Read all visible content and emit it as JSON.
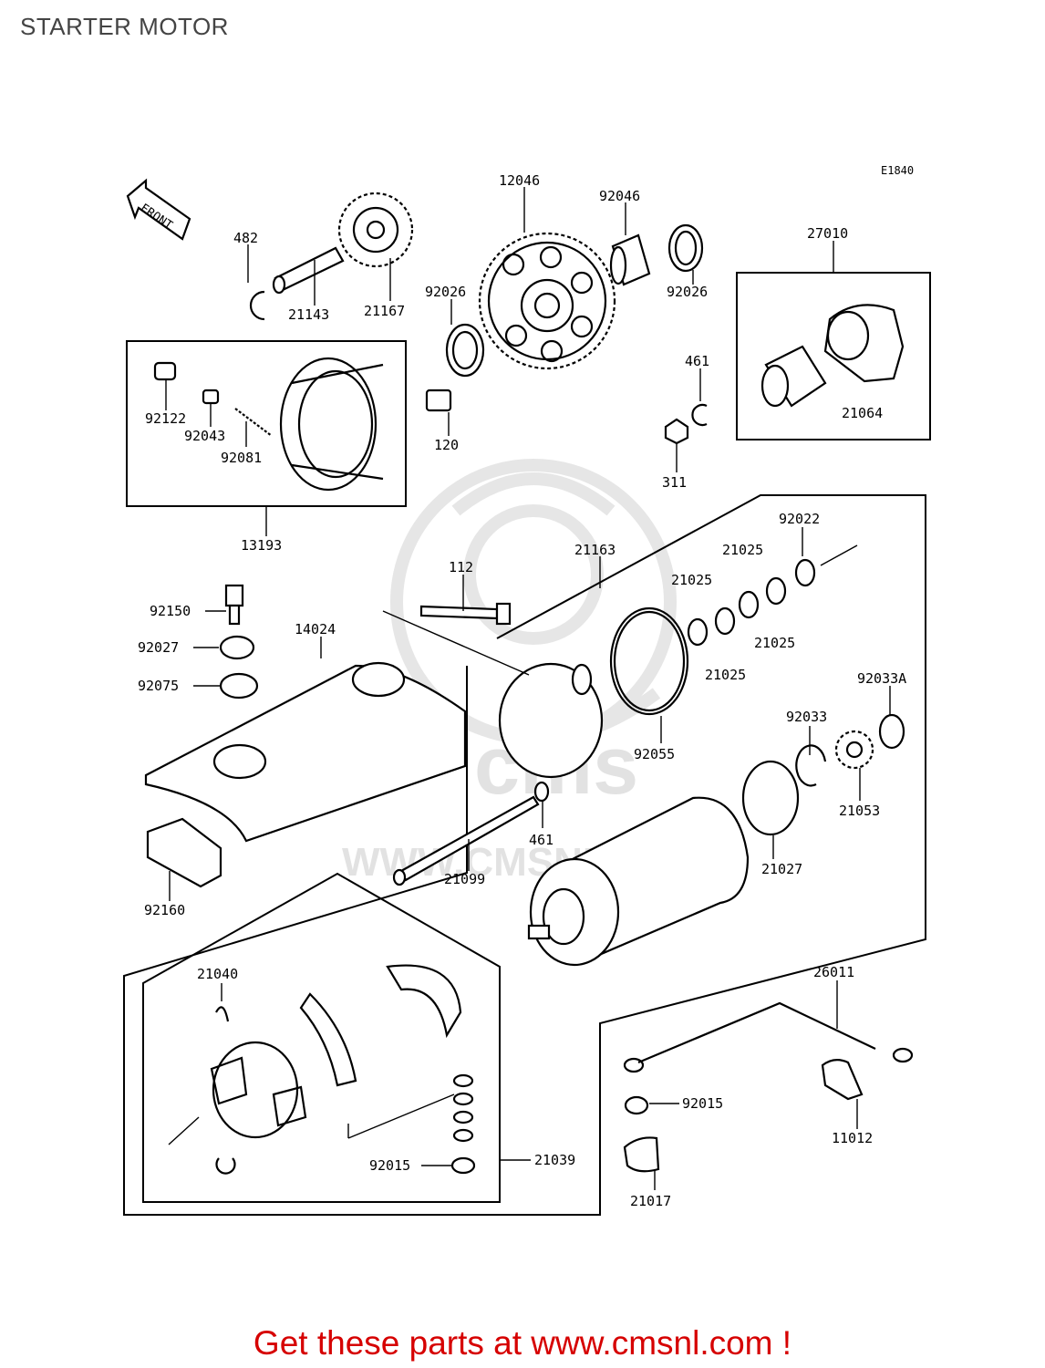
{
  "header": {
    "title": "STARTER MOTOR"
  },
  "diagram": {
    "code": "E1840",
    "front_label": "FRONT",
    "watermark": "WWW.CMSNL.COM",
    "parts": {
      "p482": "482",
      "p21143": "21143",
      "p21167": "21167",
      "p12046": "12046",
      "p92046": "92046",
      "p92026a": "92026",
      "p92026b": "92026",
      "p27010": "27010",
      "p461a": "461",
      "p21064": "21064",
      "p311": "311",
      "p92122": "92122",
      "p92043": "92043",
      "p92081": "92081",
      "p120": "120",
      "p13193": "13193",
      "p92022": "92022",
      "p21163": "21163",
      "p21025a": "21025",
      "p21025b": "21025",
      "p21025c": "21025",
      "p21025d": "21025",
      "p112": "112",
      "p92150": "92150",
      "p14024": "14024",
      "p92027": "92027",
      "p92075": "92075",
      "p92033A": "92033A",
      "p92033": "92033",
      "p92055": "92055",
      "p21053": "21053",
      "p461b": "461",
      "p21027": "21027",
      "p21099": "21099",
      "p92160": "92160",
      "p21040": "21040",
      "p26011": "26011",
      "p92015a": "92015",
      "p92015b": "92015",
      "p21039": "21039",
      "p11012": "11012",
      "p21017": "21017"
    }
  },
  "footer": {
    "text": "Get these parts at www.cmsnl.com !"
  }
}
